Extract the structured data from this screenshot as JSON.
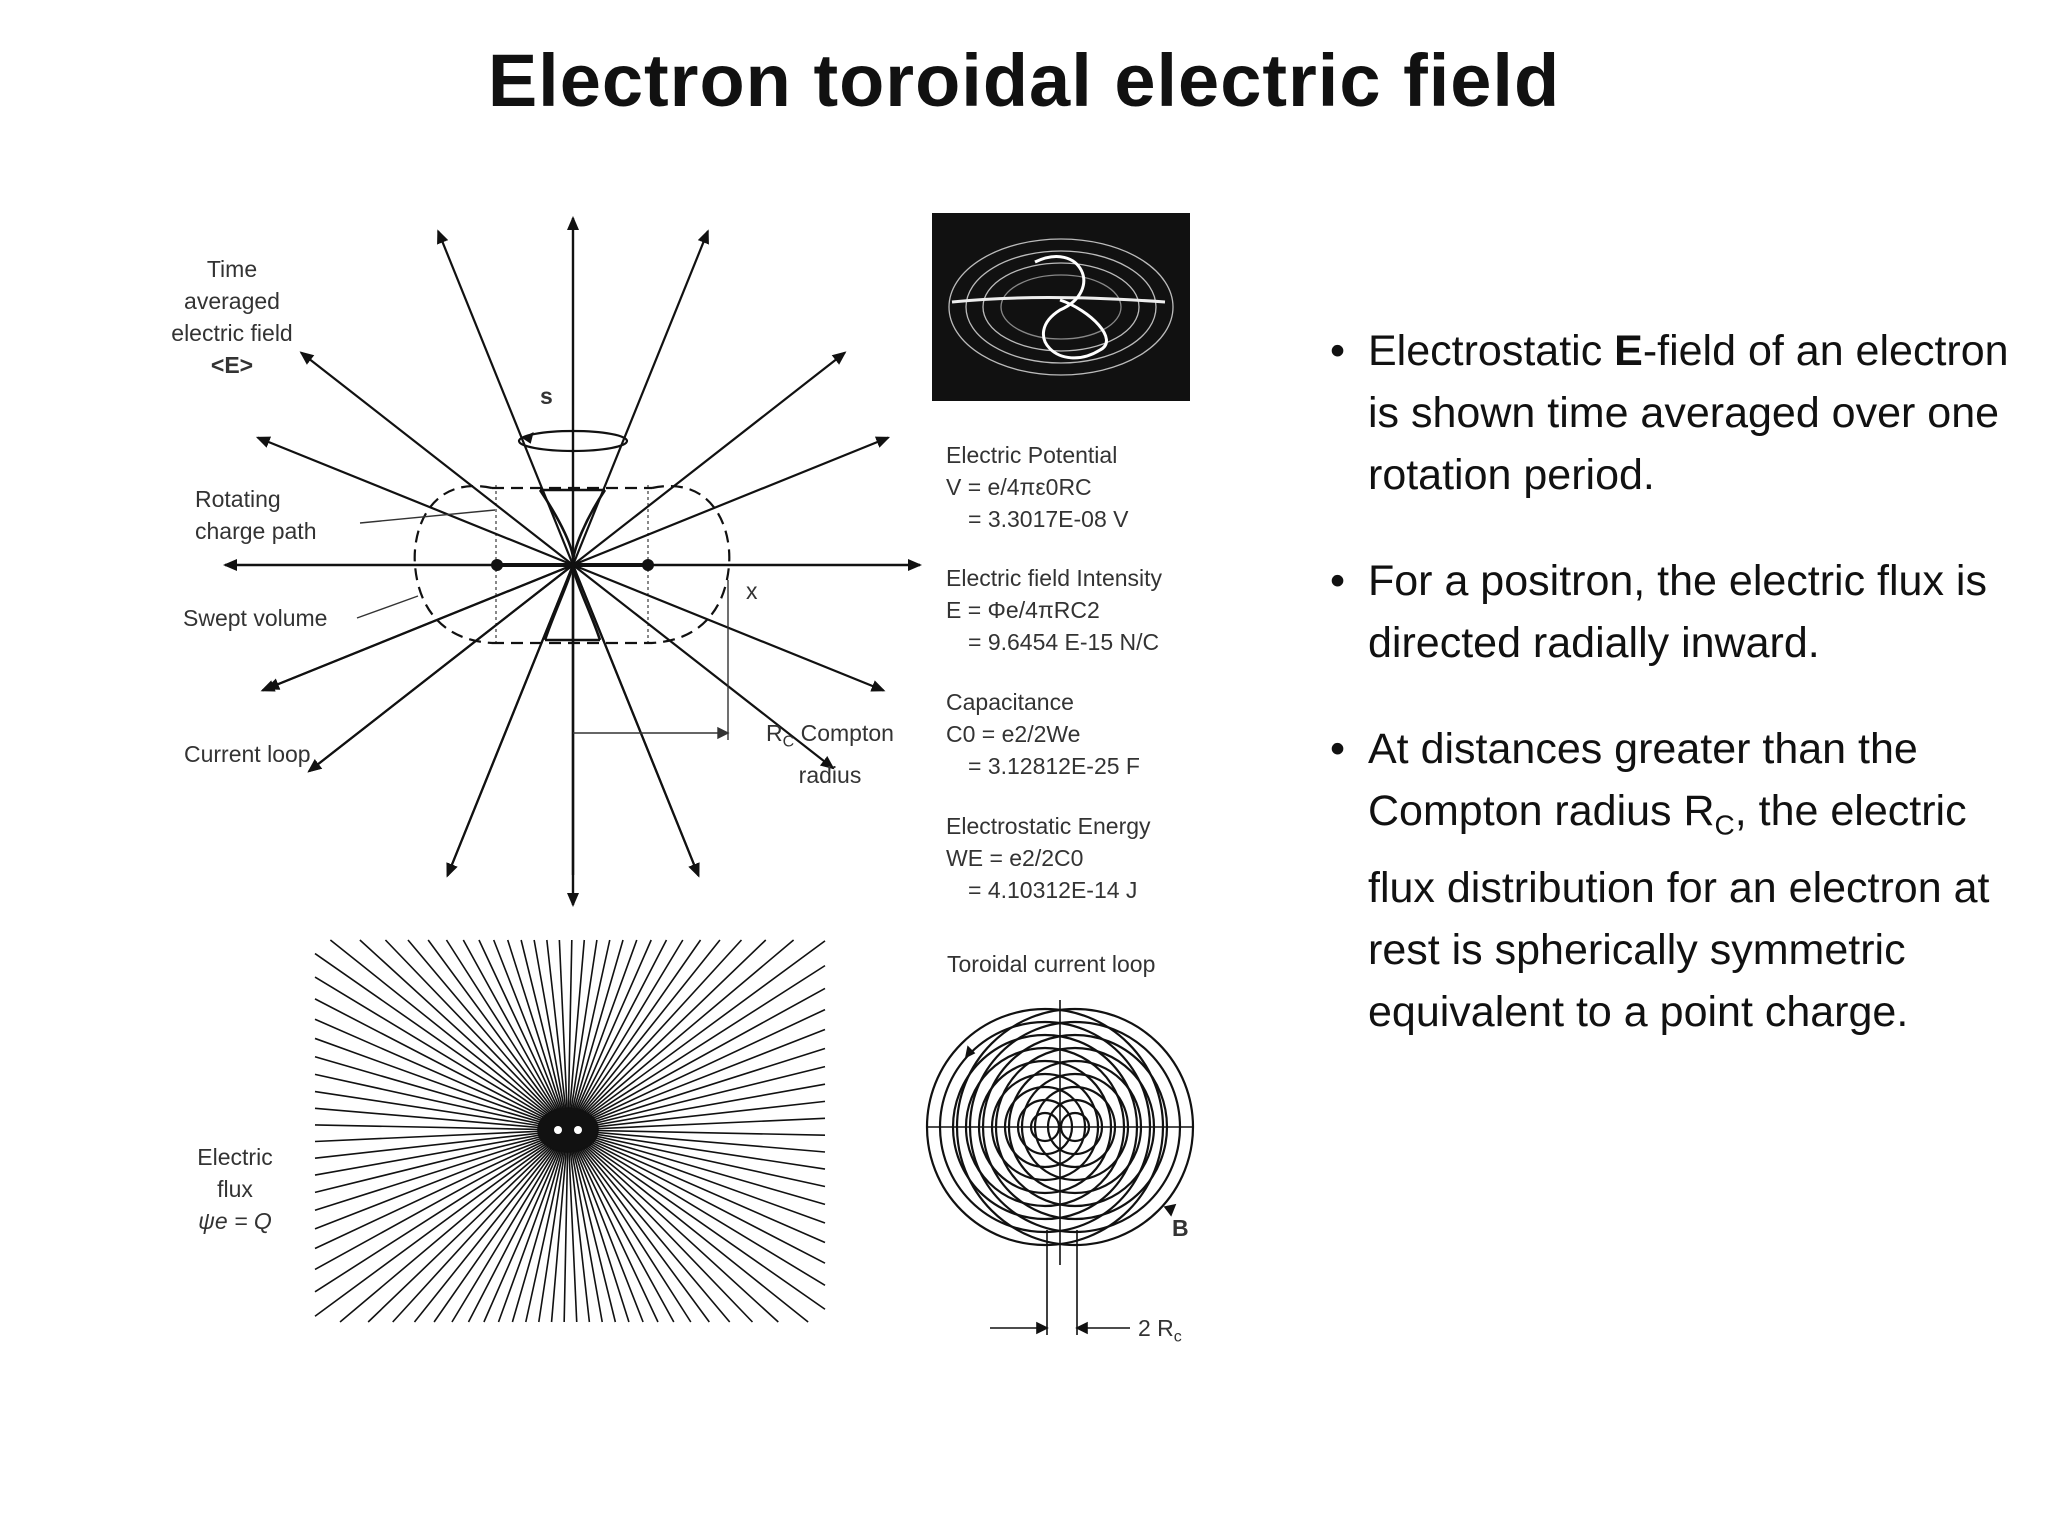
{
  "slide": {
    "title": "Electron toroidal electric field"
  },
  "diagram": {
    "labels": {
      "time_averaged": [
        "Time",
        "averaged",
        "electric field",
        "<E>"
      ],
      "rotating": [
        "Rotating",
        "charge path"
      ],
      "swept": "Swept volume",
      "current_loop": "Current loop",
      "compton": [
        "R",
        "C",
        " Compton",
        "radius"
      ],
      "axis_s": "s",
      "axis_x": "x",
      "electric_flux": [
        "Electric",
        "flux"
      ],
      "flux_eq": "ψe = Q",
      "toroidal_loop": "Toroidal current loop",
      "b_label": "B",
      "two_rc": "2 R",
      "two_rc_sub": "c"
    },
    "formulas": {
      "potential": {
        "title": "Electric Potential",
        "eq": "V = e/4πε0RC",
        "value": "= 3.3017E-08 V"
      },
      "field": {
        "title": "Electric field Intensity",
        "eq": "E = Φe/4πRC2",
        "value": "=  9.6454 E-15 N/C"
      },
      "capacitance": {
        "title": "Capacitance",
        "eq": "C0 = e2/2We",
        "value": "= 3.12812E-25  F"
      },
      "energy": {
        "title": "Electrostatic Energy",
        "eq": "WE = e2/2C0",
        "value": "= 4.10312E-14 J"
      }
    }
  },
  "bullets": [
    {
      "pre": "Electrostatic ",
      "bold": "E",
      "post": "-field of an electron is shown time averaged  over one rotation period."
    },
    {
      "pre": "For a positron, the electric flux is directed radially inward.",
      "bold": "",
      "post": ""
    },
    {
      "pre": "At distances greater than the Compton radius R",
      "sub": "C",
      "post": ", the electric flux distribution for an electron at rest is spherically symmetric equivalent to a point charge."
    }
  ]
}
